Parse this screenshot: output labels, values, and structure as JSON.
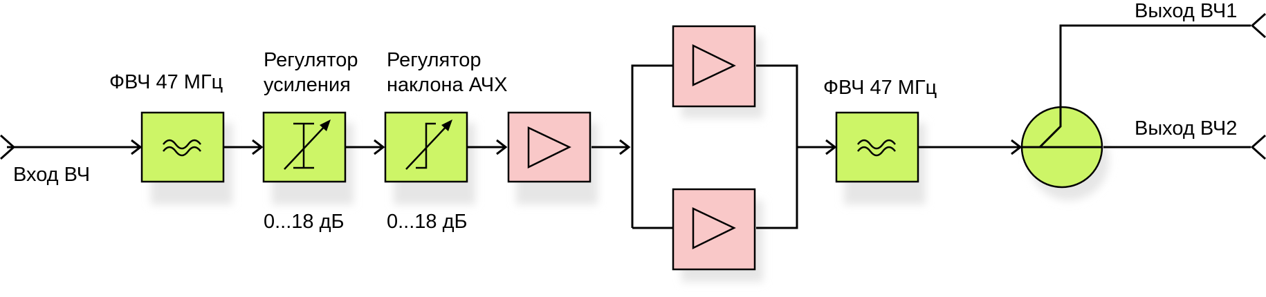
{
  "colors": {
    "filter_fill": "#cdf567",
    "amplifier_fill": "#f9c8c8",
    "line": "#000000",
    "background": "#ffffff"
  },
  "labels": {
    "input": "Вход ВЧ",
    "hpf_1": "ФВЧ 47 МГц",
    "gain_regulator_line1": "Регулятор",
    "gain_regulator_line2": "усиления",
    "gain_regulator_range": "0...18 дБ",
    "slope_regulator_line1": "Регулятор",
    "slope_regulator_line2": "наклона АЧХ",
    "slope_regulator_range": "0...18 дБ",
    "hpf_2": "ФВЧ 47 МГц",
    "output_1": "Выход ВЧ1",
    "output_2": "Выход ВЧ2"
  },
  "icons": {
    "hpf": "wavy-lines-icon",
    "gain_regulator": "variable-attenuator-icon",
    "slope_regulator": "variable-slope-icon",
    "amplifier": "triangle-amplifier-icon",
    "splitter": "splitter-circle-icon",
    "connector": "angle-connector-icon"
  }
}
